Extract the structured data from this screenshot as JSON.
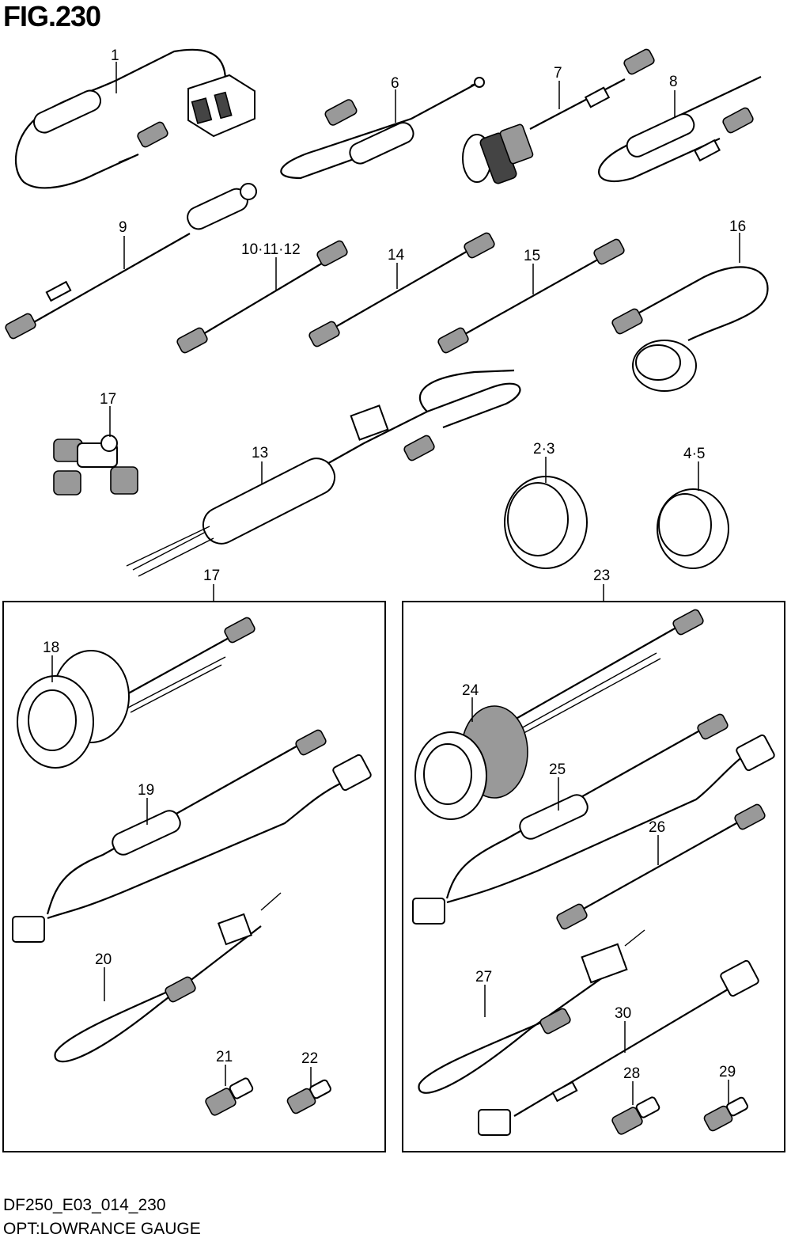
{
  "title": "FIG.230",
  "footer": {
    "code": "DF250_E03_014_230",
    "description": "OPT:LOWRANCE GAUGE"
  },
  "labels": {
    "p1": "1",
    "p6": "6",
    "p7": "7",
    "p8": "8",
    "p9": "9",
    "p10_11_12": "10·11·12",
    "p14": "14",
    "p15": "15",
    "p16": "16",
    "p17_top": "17",
    "p13": "13",
    "p2_3": "2·3",
    "p4_5": "4·5",
    "p17_group": "17",
    "p23_group": "23",
    "p18": "18",
    "p19": "19",
    "p20": "20",
    "p21": "21",
    "p22": "22",
    "p24": "24",
    "p25": "25",
    "p26": "26",
    "p27": "27",
    "p28": "28",
    "p29": "29",
    "p30": "30"
  }
}
